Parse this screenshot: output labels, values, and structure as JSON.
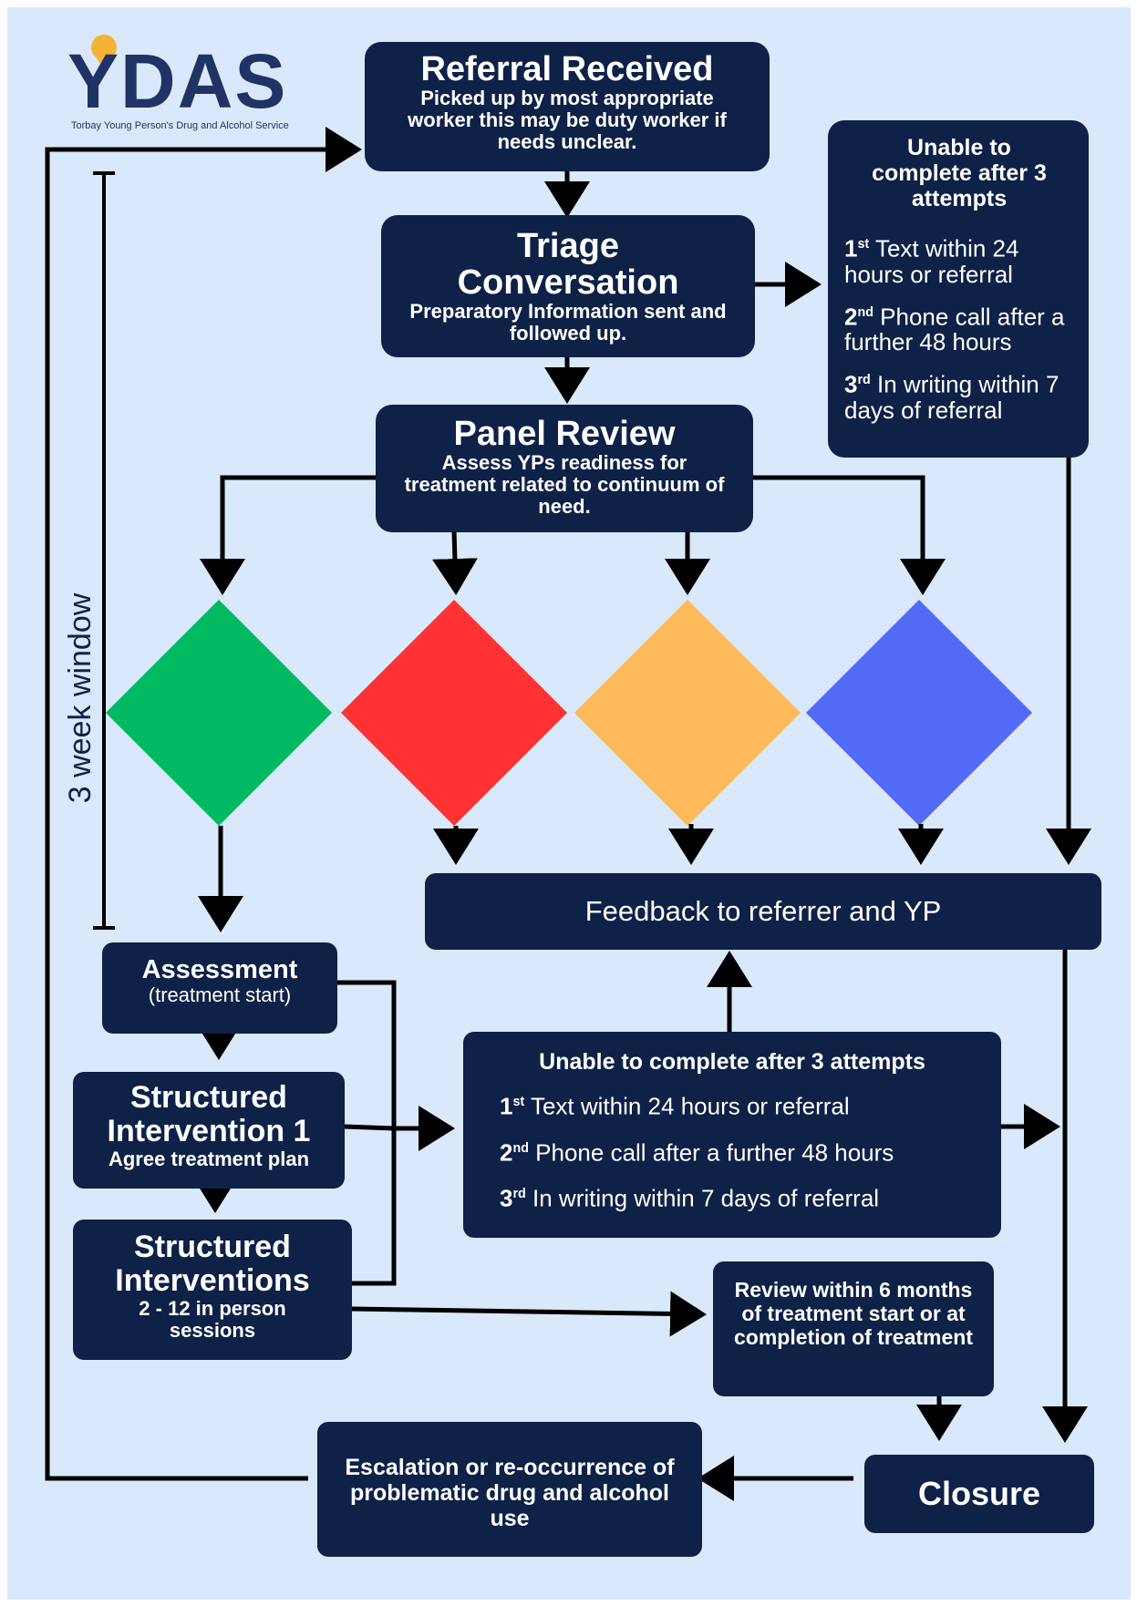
{
  "logo": {
    "text": "YDAS",
    "tagline": "Torbay Young Person's Drug and Alcohol Service",
    "colors": {
      "navy": "#1f3464",
      "accent": "#f5b335"
    }
  },
  "side_label": "3 week window",
  "nodes": {
    "referral": {
      "title": "Referral Received",
      "desc": "Picked up by most appropriate worker this may be duty worker if needs unclear."
    },
    "triage": {
      "title": "Triage Conversation",
      "desc": "Preparatory Information sent and followed up."
    },
    "unable_top": {
      "title": "Unable to complete after 3 attempts",
      "attempts": [
        {
          "ord": "1",
          "sup": "st",
          "text": " Text within 24 hours or referral"
        },
        {
          "ord": "2",
          "sup": "nd",
          "text": " Phone call after a further 48 hours"
        },
        {
          "ord": "3",
          "sup": "rd",
          "text": " In writing within 7 days of referral"
        }
      ]
    },
    "panel": {
      "title": "Panel Review",
      "desc": "Assess YPs readiness for treatment related to continuum of need."
    },
    "feedback": {
      "text": "Feedback to referrer and YP"
    },
    "assessment": {
      "title": "Assessment",
      "desc": "(treatment start)"
    },
    "si1": {
      "title": "Structured Intervention 1",
      "desc": "Agree treatment plan"
    },
    "si2": {
      "title": "Structured Interventions",
      "desc": "2 - 12 in person sessions"
    },
    "unable_mid": {
      "title": "Unable to complete after 3 attempts",
      "attempts": [
        {
          "ord": "1",
          "sup": "st",
          "text": " Text within 24 hours or referral"
        },
        {
          "ord": "2",
          "sup": "nd",
          "text": " Phone call after a further 48 hours"
        },
        {
          "ord": "3",
          "sup": "rd",
          "text": " In writing within 7 days of referral"
        }
      ]
    },
    "review": {
      "text": "Review within 6 months of treatment start or at completion of treatment"
    },
    "closure": {
      "text": "Closure"
    },
    "escalation": {
      "text": "Escalation or re-occurrence of problematic drug and alcohol use"
    }
  },
  "diamonds": [
    {
      "color": "#00b960"
    },
    {
      "color": "#fe3232"
    },
    {
      "color": "#fdb95a"
    },
    {
      "color": "#5469f8"
    }
  ],
  "colors": {
    "background": "#d9e8fa",
    "box": "#0e2147",
    "line": "#000000"
  }
}
